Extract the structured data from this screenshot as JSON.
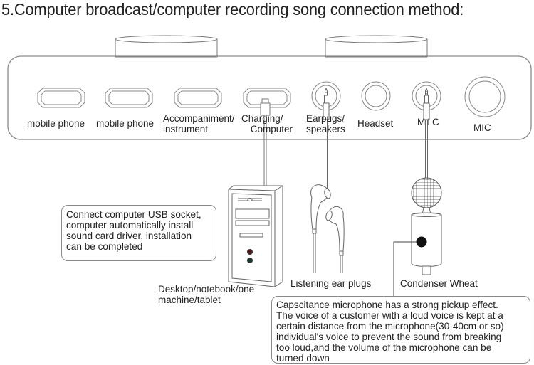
{
  "title": "5.Computer broadcast/computer recording song connection method:",
  "ports": [
    {
      "label_lines": [
        "mobile phone"
      ],
      "shape": "octagon-slot"
    },
    {
      "label_lines": [
        "mobile phone"
      ],
      "shape": "octagon-slot"
    },
    {
      "label_lines": [
        "Accompaniment/",
        "instrument"
      ],
      "shape": "octagon-slot"
    },
    {
      "label_lines": [
        "Charging/",
        "Computer"
      ],
      "shape": "octagon-slot"
    },
    {
      "label_lines": [
        "Earpugs/",
        "speakers"
      ],
      "shape": "round-jack"
    },
    {
      "label_lines": [
        "Headset"
      ],
      "shape": "round-jack"
    },
    {
      "label_lines": [
        "MIC"
      ],
      "shape": "round-jack"
    },
    {
      "label_lines": [
        "MIC"
      ],
      "shape": "large-round-jack"
    }
  ],
  "devices": {
    "computer": {
      "label_lines": [
        "Desktop/notebook/one",
        "machine/tablet"
      ],
      "icon": "desktop-tower-icon"
    },
    "earphones": {
      "label": "Listening ear plugs",
      "icon": "earphones-icon"
    },
    "microphone": {
      "label": "Condenser Wheat",
      "icon": "condenser-microphone-icon"
    }
  },
  "notes": {
    "usb": [
      "Connect computer USB socket,",
      "computer automatically install",
      "sound card driver, installation",
      "can be completed"
    ],
    "mic": [
      "Capscitance microphone has a strong pickup effect.",
      "The voice of a customer with a loud voice is kept at a",
      "certain distance from the microphone(30-40cm or so)",
      "individual's voice to prevent the sound from breaking",
      "too loud,and the volume of the microphone can be",
      "turned down"
    ]
  }
}
